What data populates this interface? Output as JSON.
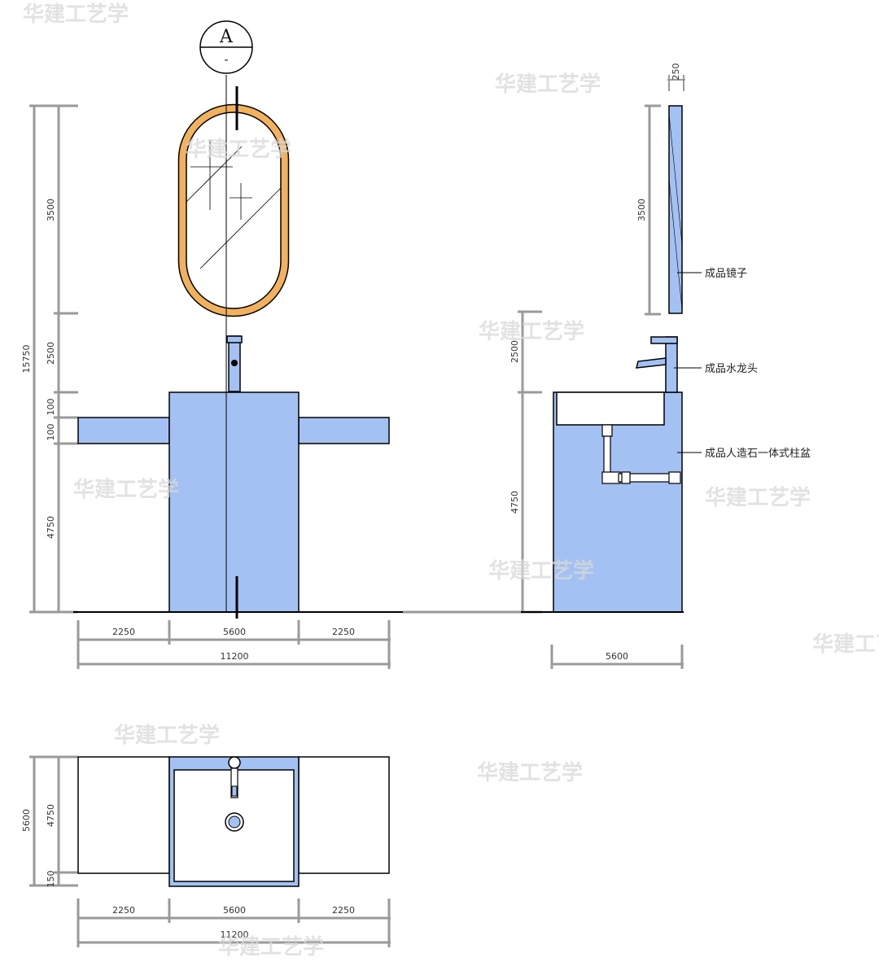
{
  "colors": {
    "fill_blue": "#a3c1f2",
    "mirror_frame": "#f1b15f",
    "line": "#000000",
    "dim_line": "#9a9a9a",
    "watermark": "#d9d9d9"
  },
  "section_marker": {
    "letter": "A",
    "sub": "-"
  },
  "front_elevation": {
    "vertical_dims": [
      "3500",
      "2500",
      "100",
      "100",
      "4750"
    ],
    "vertical_total": "15750",
    "horizontal_dims": [
      "2250",
      "5600",
      "2250"
    ],
    "horizontal_total": "11200"
  },
  "side_elevation": {
    "top_dim": "250",
    "vertical_dims": [
      "3500",
      "2500",
      "4750"
    ],
    "horizontal_dim": "5600",
    "labels": [
      "成品镜子",
      "成品水龙头",
      "成品人造石一体式柱盆"
    ]
  },
  "plan_view": {
    "vertical_dims": [
      "4750",
      "150"
    ],
    "vertical_total": "5600",
    "horizontal_dims": [
      "2250",
      "5600",
      "2250"
    ],
    "horizontal_total": "11200"
  },
  "watermark_text": "华建工艺学"
}
